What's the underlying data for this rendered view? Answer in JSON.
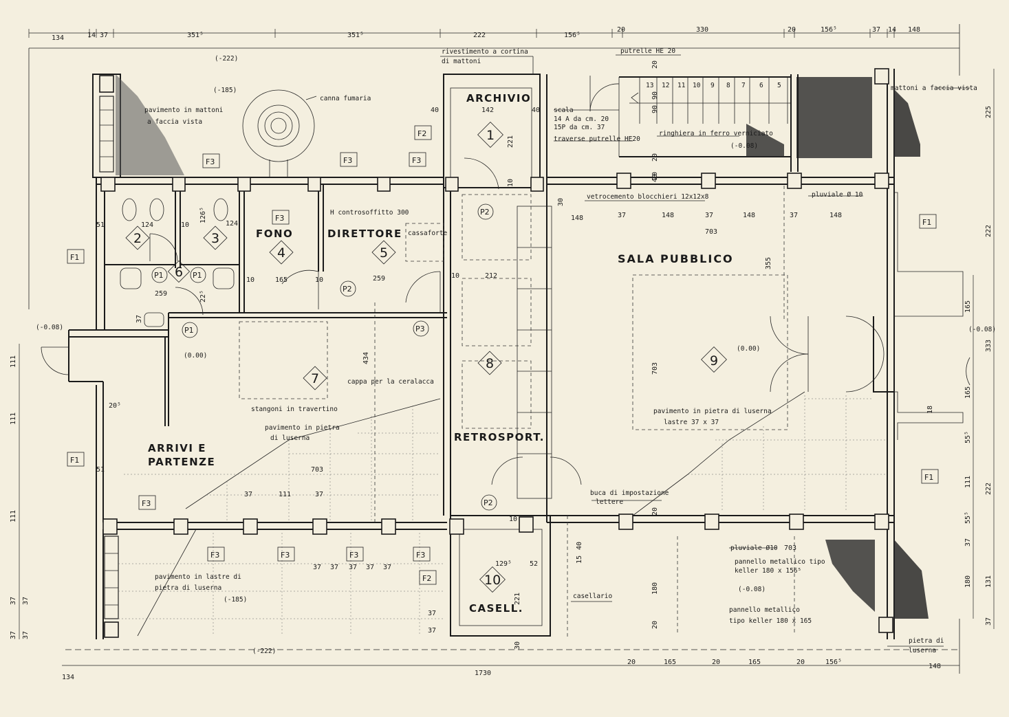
{
  "rooms": {
    "archivio": "ARCHIVIO",
    "fono": "FONO",
    "direttore": "DIRETTORE",
    "sala_pubblico": "SALA  PUBBLICO",
    "arrivi_1": "ARRIVI  E",
    "arrivi_2": "PARTENZE",
    "retrosport": "RETROSPORT.",
    "casell": "CASELL."
  },
  "room_numbers": {
    "n1": "1",
    "n2": "2",
    "n3": "3",
    "n4": "4",
    "n5": "5",
    "n6": "6",
    "n7": "7",
    "n8": "8",
    "n9": "9",
    "n10": "10"
  },
  "tags": {
    "f1": "F1",
    "f2": "F2",
    "f3": "F3",
    "p1": "P1",
    "p2": "P2",
    "p3": "P3"
  },
  "top_dims": [
    "134",
    "14",
    "37",
    "351⁵",
    "351⁵",
    "222",
    "156⁵",
    "20",
    "330",
    "20",
    "156⁵",
    "37",
    "14",
    "148"
  ],
  "bottom_dims": {
    "total": "1730",
    "left": "134",
    "right_seq": [
      "20",
      "165",
      "20",
      "165",
      "20",
      "156⁵"
    ],
    "right_end": "148"
  },
  "right_dims_outer": [
    "225",
    "222",
    "333",
    "222",
    "131",
    "37"
  ],
  "right_dims_inner": [
    "165",
    "165",
    "55⁵",
    "111",
    "55⁵",
    "37",
    "180"
  ],
  "left_dims": [
    "111",
    "111",
    "111",
    "37",
    "37",
    "37",
    "37"
  ],
  "elevations": {
    "minus185_top": "(-185)",
    "minus222_top": "(-222)",
    "minus008_left": "(-0.08)",
    "minus008_right": "(-0.08)",
    "minus008_stair": "(-0.08)",
    "zero_left": "(0.00)",
    "zero_sala": "(0.00)",
    "minus185_bottom": "(-185)",
    "minus222_bottom": "(-222)",
    "minus008_bottom": "(-0.08)"
  },
  "notes": {
    "canna": "canna fumaria",
    "pav_mattoni_1": "pavimento in mattoni",
    "pav_mattoni_2": "a faccia vista",
    "rivest_1": "rivestimento a cortina",
    "rivest_2": "di mattoni",
    "putrelle": "putrelle HE 20",
    "mattoni_fv": "mattoni a faccia vista",
    "scala_1": "scala",
    "scala_2": "14 A da cm. 20",
    "scala_3": "15P da cm. 37",
    "traverse": "traverse putrelle HE20",
    "ringhiera": "ringhiera in ferro verniciato",
    "vetrocemento": "vetrocemento blocchieri 12x12x8",
    "pluviale_top": "pluviale Ø 10",
    "h_contro": "H controsoffitto 300",
    "cassaforte": "cassaforte",
    "cappa": "cappa per la ceralacca",
    "stangoni": "stangoni in travertino",
    "pav_pietra_1": "pavimento in pietra",
    "pav_pietra_2": "di luserna",
    "pav_sala_1": "pavimento in pietra di luserna",
    "pav_sala_2": "lastre 37 x 37",
    "buca_1": "buca di impostazione",
    "buca_2": "lettere",
    "pluviale_bot": "pluviale Ø10",
    "pannello1_1": "pannello metallico tipo",
    "pannello1_2": "keller  180 x 156⁵",
    "pannello2_1": "pannello metallico",
    "pannello2_2": "tipo keller 180 x 165",
    "casellario": "casellario",
    "pav_lastre_1": "pavimento in lastre di",
    "pav_lastre_2": "pietra di luserna",
    "pietra_1": "pietra di",
    "pietra_2": "luserna"
  },
  "inner_dims": {
    "d142": "142",
    "d221a": "221",
    "d40a": "40",
    "d40b": "40",
    "d10a": "10",
    "d148a": "148",
    "d37a": "37",
    "d148b": "148",
    "d37b": "37",
    "d148c": "148",
    "d37c": "37",
    "d148d": "148",
    "d703a": "703",
    "d355": "355",
    "d30a": "30",
    "d124a": "124",
    "d124b": "124",
    "d126": "126⁵",
    "d51a": "51",
    "d10b": "10",
    "d165": "165",
    "d10c": "10",
    "d259a": "259",
    "d259b": "259",
    "d212": "212",
    "d10d": "10",
    "d10e": "10",
    "d225": "22⁵",
    "d37d": "37",
    "d434": "434",
    "d703b": "703",
    "d205": "20⁵",
    "d51b": "51",
    "d703c": "703",
    "d37e": "37",
    "d111": "111",
    "d37f": "37",
    "d1295": "129⁵",
    "d221b": "221",
    "d52": "52",
    "d40c": "40",
    "d30b": "30",
    "d180a": "180",
    "d20a": "20",
    "d20b": "20",
    "d20c": "20",
    "d703d": "703",
    "d37g": "37",
    "d37h": "37",
    "d37i": "37",
    "d37j": "37",
    "d37k": "37",
    "d90a": "90",
    "d90b": "90",
    "d20d": "20",
    "d20e": "20",
    "d40d": "40",
    "d18": "18",
    "d37l": "37",
    "d37m": "37",
    "d15": "15",
    "d10f": "10"
  },
  "stair_steps": [
    "13",
    "12",
    "11",
    "10",
    "9",
    "8",
    "7",
    "6",
    "5"
  ]
}
